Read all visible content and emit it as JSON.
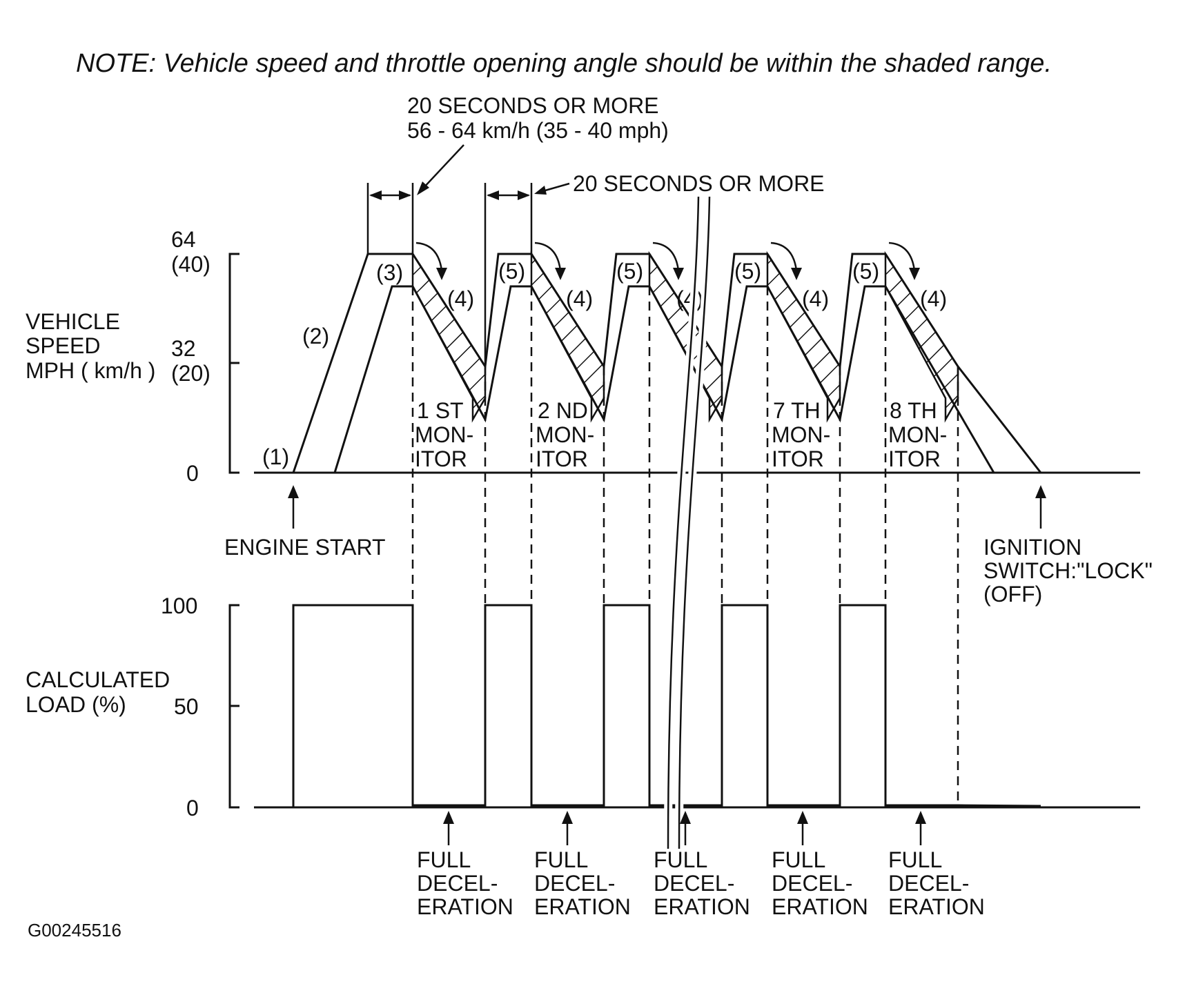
{
  "note": "NOTE: Vehicle speed and throttle opening angle should be within the shaded range.",
  "timing_top": {
    "line1": "20 SECONDS OR MORE",
    "line2": "56 - 64 km/h (35 - 40 mph)"
  },
  "timing_second": "20 SECONDS OR MORE",
  "speed_axis": {
    "label_line1": "VEHICLE",
    "label_line2": "SPEED",
    "label_line3": "MPH ( km/h )",
    "tick_64": "64",
    "tick_40": "(40)",
    "tick_32": "32",
    "tick_20": "(20)",
    "tick_0": "0"
  },
  "load_axis": {
    "label_line1": "CALCULATED",
    "label_line2": "LOAD (%)",
    "tick_100": "100",
    "tick_50": "50",
    "tick_0": "0"
  },
  "step_labels": {
    "s1": "(1)",
    "s2": "(2)",
    "s3": "(3)",
    "s4": "(4)",
    "s5": "(5)"
  },
  "monitors": [
    {
      "line1": "1 ST",
      "line2": "MON-",
      "line3": "ITOR"
    },
    {
      "line1": "2 ND",
      "line2": "MON-",
      "line3": "ITOR"
    },
    {
      "line1": "7 TH",
      "line2": "MON-",
      "line3": "ITOR"
    },
    {
      "line1": "8 TH",
      "line2": "MON-",
      "line3": "ITOR"
    }
  ],
  "engine_start": "ENGINE START",
  "ignition": {
    "line1": "IGNITION",
    "line2": "SWITCH:\"LOCK\"",
    "line3": "(OFF)"
  },
  "full_decel": {
    "line1": "FULL",
    "line2": "DECEL-",
    "line3": "ERATION"
  },
  "figure_code": "G00245516"
}
